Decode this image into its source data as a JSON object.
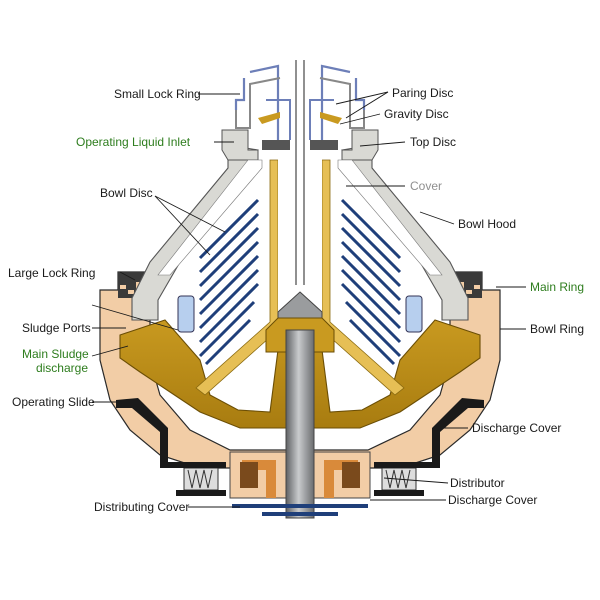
{
  "labels": {
    "small_lock_ring": "Small Lock Ring",
    "operating_liquid_inlet": "Operating Liquid Inlet",
    "bowl_disc": "Bowl Disc",
    "large_lock_ring": "Large Lock Ring",
    "sludge_ports": "Sludge Ports",
    "main_sludge_line1": "Main Sludge",
    "main_sludge_line2": "discharge",
    "operating_slide": "Operating Slide",
    "distributing_cover": "Distributing Cover",
    "paring_disc": "Paring Disc",
    "gravity_disc": "Gravity Disc",
    "top_disc": "Top Disc",
    "cover": "Cover",
    "bowl_hood": "Bowl Hood",
    "main_ring": "Main Ring",
    "bowl_ring": "Bowl Ring",
    "discharge_cover_upper": "Discharge Cover",
    "distributor": "Distributor",
    "discharge_cover_lower": "Discharge Cover"
  },
  "colors": {
    "bowl_gold": "#b88a17",
    "bowl_gold_light": "#e6bf55",
    "tan_peach": "#f2cda6",
    "hood_gray": "#d9d9d4",
    "disc_blue": "#1f3f7a",
    "paring_blue": "#6d7fb8",
    "label_green": "#2e7d1e",
    "label_gray": "#8f8f8f",
    "spindle_gray": "#8a8c8e"
  }
}
